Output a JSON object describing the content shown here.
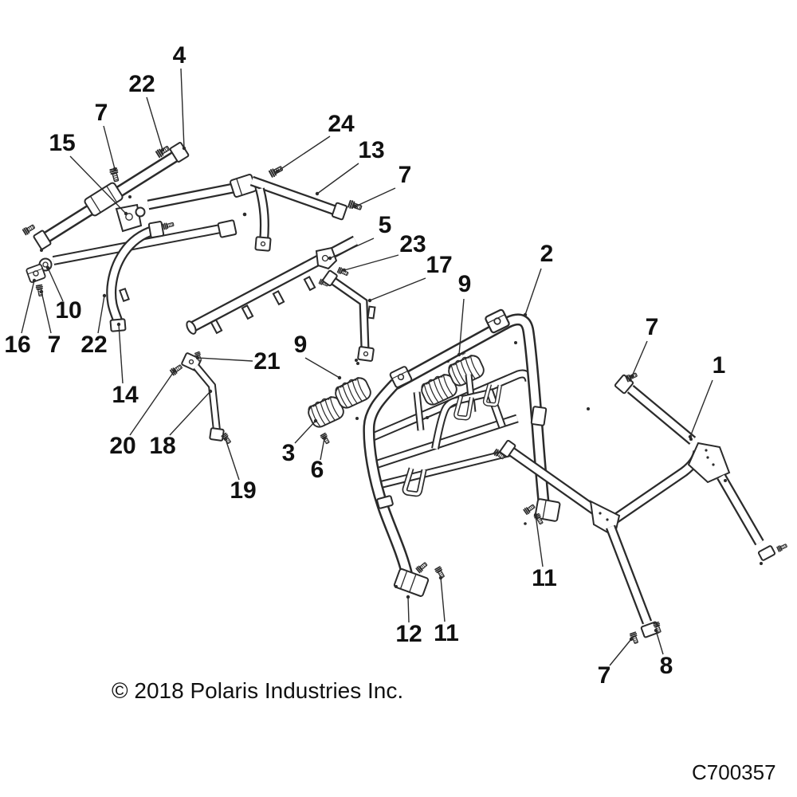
{
  "page": {
    "background": "#ffffff",
    "ink_color": "#2b2b2b",
    "label_color": "#111111"
  },
  "footer": {
    "copyright": "© 2018 Polaris Industries Inc.",
    "part_code": "C700357"
  },
  "callouts": [
    "4",
    "22",
    "7",
    "15",
    "24",
    "13",
    "7",
    "5",
    "23",
    "17",
    "9",
    "2",
    "7",
    "1",
    "16",
    "7",
    "10",
    "22",
    "14",
    "21",
    "20",
    "18",
    "19",
    "9",
    "3",
    "6",
    "11",
    "12",
    "11",
    "7",
    "8"
  ]
}
